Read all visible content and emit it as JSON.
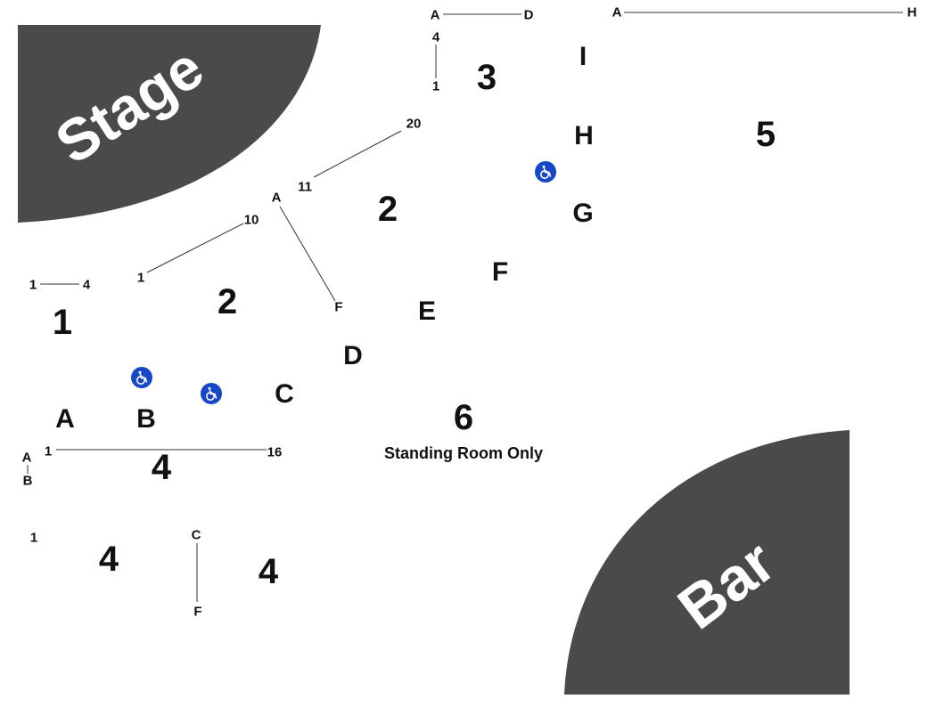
{
  "venue": {
    "stage_label": "Stage",
    "bar_label": "Bar"
  },
  "sections": {
    "s1": "1",
    "s2a": "2",
    "s2b": "2",
    "s3": "3",
    "s4a": "4",
    "s4b": "4",
    "s4c": "4",
    "s5": "5",
    "s6": "6"
  },
  "standing_room": "Standing Room Only",
  "row_labels": {
    "A": "A",
    "B": "B",
    "C": "C",
    "D": "D",
    "E": "E",
    "F": "F",
    "G": "G",
    "H": "H",
    "I": "I"
  },
  "seat_range_labels": {
    "s1_start": "1",
    "s1_end": "4",
    "s2a_seat_start": "1",
    "s2a_seat_end": "10",
    "s2_row_start": "A",
    "s2_row_end": "F",
    "s2b_seat_start": "11",
    "s2b_seat_end": "20",
    "s3_row_start": "A",
    "s3_row_end": "D",
    "s3_seat_top": "4",
    "s3_seat_bottom": "1",
    "s5_row_start": "A",
    "s5_row_end": "H",
    "s4_seat_start": "1",
    "s4_seat_end": "16",
    "s4_row_start": "A",
    "s4_row_end": "B",
    "s4_seat_1": "1",
    "s4_row_c": "C",
    "s4_row_f": "F"
  },
  "icons": {
    "accessible": "wheelchair-icon"
  },
  "colors": {
    "venue_fill": "#4a4a4a",
    "accessible": "#1747c7",
    "text": "#111111"
  }
}
